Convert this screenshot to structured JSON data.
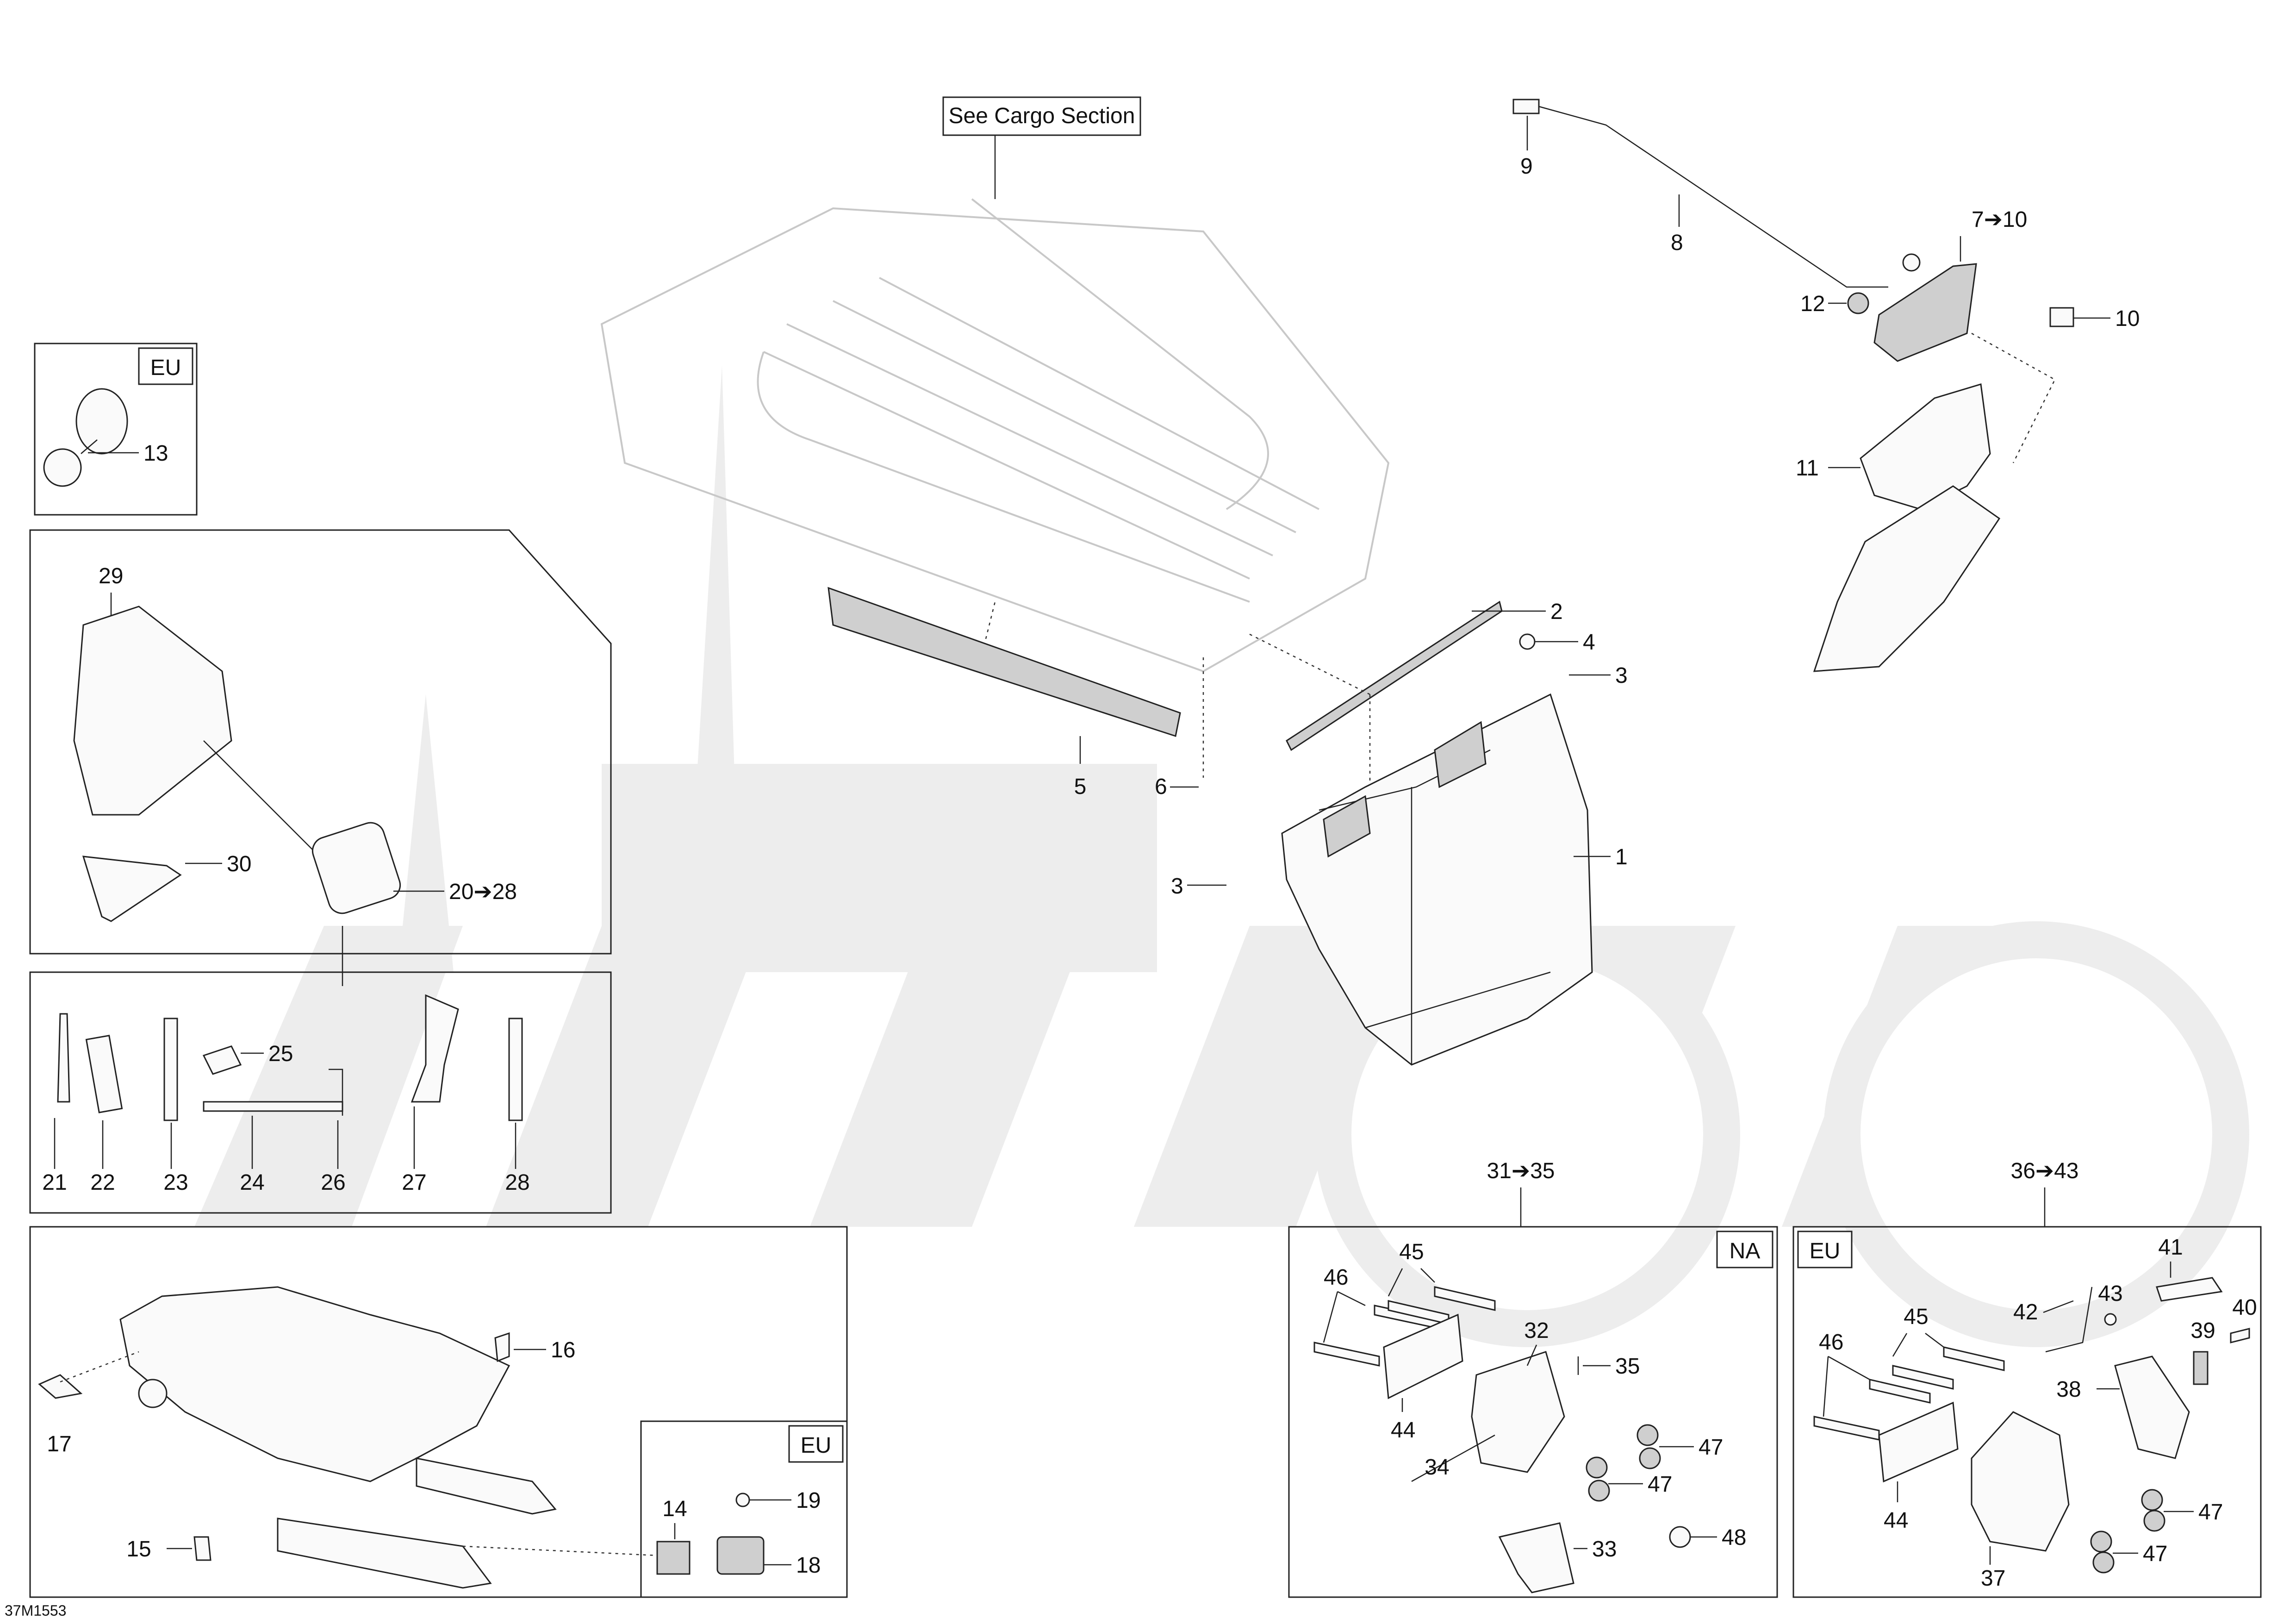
{
  "note": "See Cargo Section",
  "code": "37M1553",
  "regions": {
    "eu": "EU",
    "na": "NA"
  },
  "groups": {
    "g_7_10": "7➔10",
    "g_20_28": "20➔28",
    "g_31_35": "31➔35",
    "g_36_43": "36➔43"
  },
  "parts": {
    "p1": "1",
    "p2": "2",
    "p3a": "3",
    "p3b": "3",
    "p4": "4",
    "p5": "5",
    "p6": "6",
    "p8": "8",
    "p9": "9",
    "p10": "10",
    "p11": "11",
    "p12": "12",
    "p13": "13",
    "p14": "14",
    "p15": "15",
    "p16": "16",
    "p17": "17",
    "p18": "18",
    "p19": "19",
    "p21": "21",
    "p22": "22",
    "p23": "23",
    "p24": "24",
    "p25": "25",
    "p26": "26",
    "p27": "27",
    "p28": "28",
    "p29": "29",
    "p30": "30",
    "p32": "32",
    "p33": "33",
    "p34": "34",
    "p35": "35",
    "p37": "37",
    "p38": "38",
    "p39": "39",
    "p40": "40",
    "p41": "41",
    "p42": "42",
    "p43": "43",
    "p44a": "44",
    "p44b": "44",
    "p45a": "45",
    "p45b": "45",
    "p46a": "46",
    "p46b": "46",
    "p47a": "47",
    "p47b": "47",
    "p47c": "47",
    "p47d": "47",
    "p48": "48"
  }
}
